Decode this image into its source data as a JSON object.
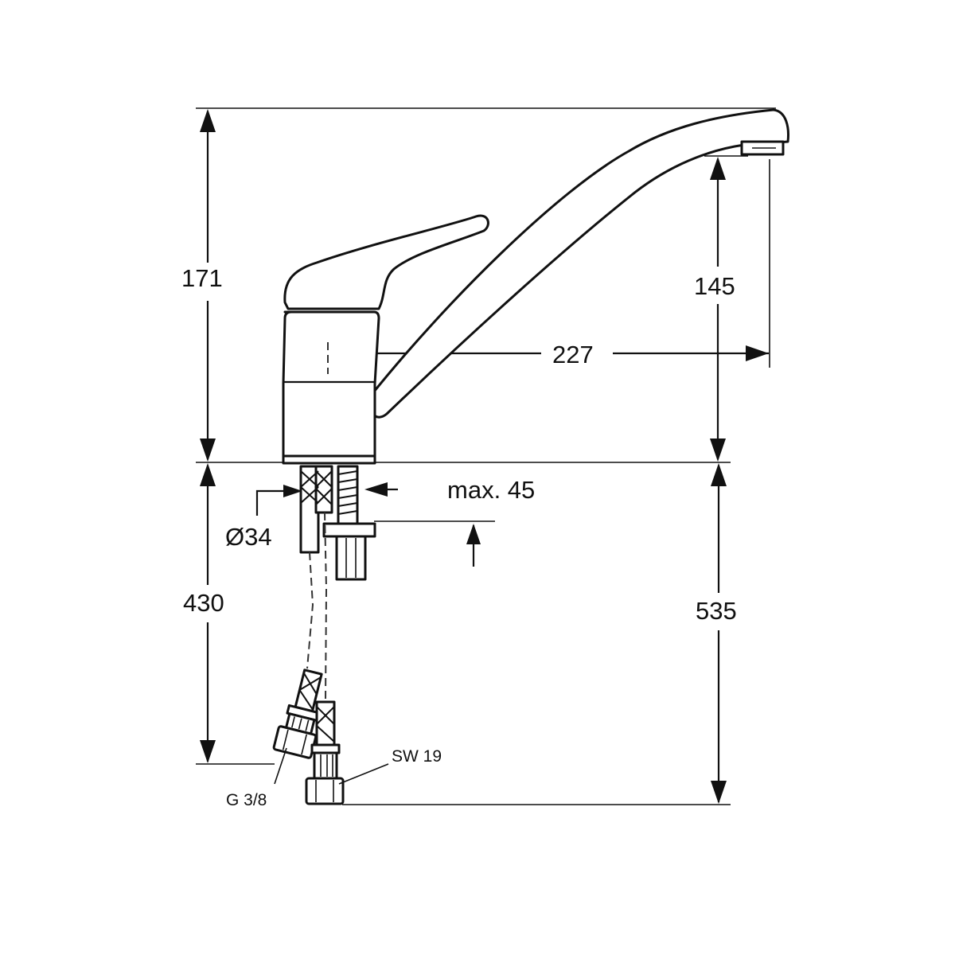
{
  "dimensions": {
    "tap_height": "171",
    "spout_outlet_height": "145",
    "spout_reach": "227",
    "max_deck_thickness": "max. 45",
    "mounting_hole_diameter": "Ø34",
    "hose_length": "430",
    "total_below_deck": "535",
    "nut_wrench_size": "SW 19",
    "connection_thread": "G 3/8"
  },
  "colors": {
    "ink": "#111111",
    "background": "#ffffff"
  }
}
